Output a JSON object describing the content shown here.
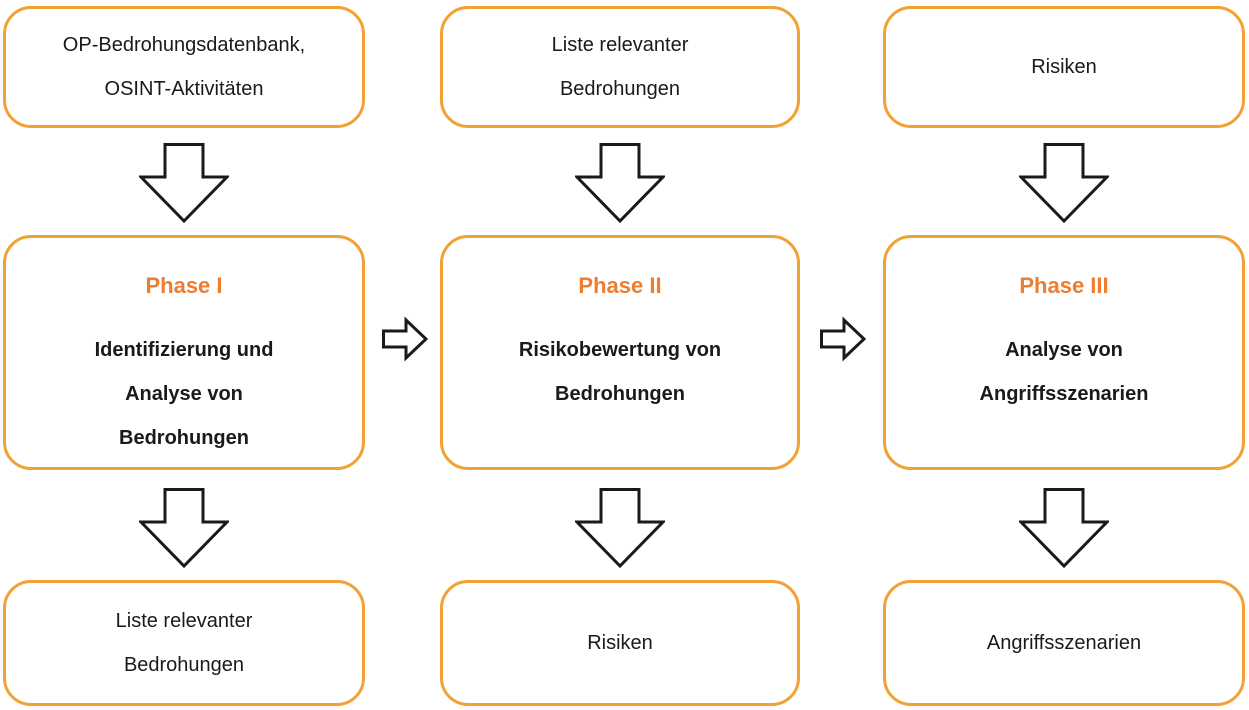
{
  "diagram": {
    "colors": {
      "background": "#FFFFFF",
      "box_border": "#F2A133",
      "phase_title": "#ED7D31",
      "text": "#1A1A1A",
      "arrow_outline": "#1A1A1A",
      "arrow_fill": "#FFFFFF"
    },
    "columns": [
      {
        "input": "OP-Bedrohungsdatenbank,\nOSINT-Aktivitäten",
        "phase_title": "Phase I",
        "phase_desc": "Identifizierung und\nAnalyse von\nBedrohungen",
        "output": "Liste relevanter\nBedrohungen"
      },
      {
        "input": "Liste relevanter\nBedrohungen",
        "phase_title": "Phase II",
        "phase_desc": "Risikobewertung von\nBedrohungen",
        "output": "Risiken"
      },
      {
        "input": "Risiken",
        "phase_title": "Phase III",
        "phase_desc": "Analyse von\nAngriffsszenarien",
        "output": "Angriffsszenarien"
      }
    ]
  }
}
